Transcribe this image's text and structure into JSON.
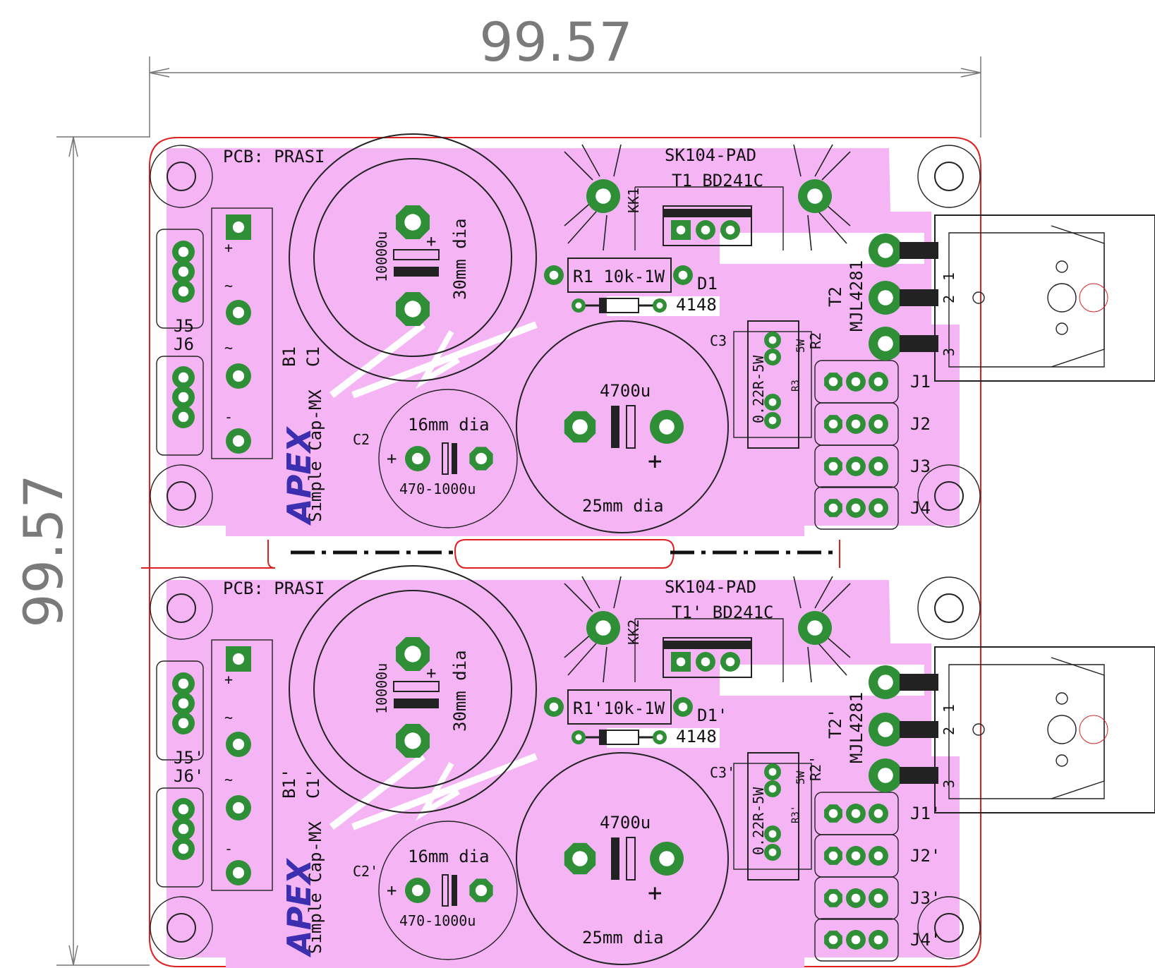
{
  "dimension_width": "99.57",
  "dimension_height": "99.57",
  "colors": {
    "copper": "#f5b5f5",
    "pad": "#2f8f37",
    "edge": "#e02020",
    "logo": "#3b2fb0",
    "dimension": "#7a7a7a"
  },
  "boards": [
    {
      "pcb_label": "PCB: PRASI",
      "heatsink_label": "SK104-PAD",
      "transistor1_label": "T1 BD241C",
      "kk_label": "KK1",
      "cap_big_value": "10000u",
      "cap_big_dia": "30mm dia",
      "r1_label": "R1 10k-1W",
      "d1_label": "D1",
      "d1_value": "4148",
      "t2_label": "T2",
      "t2_part": "MJL4281",
      "pin1": "1",
      "pin2": "2",
      "pin3": "3",
      "c3_label": "C3",
      "r2_label": "R2",
      "r3_label": "R3",
      "res_value": "0.22R-5W",
      "res_value_b": "5W",
      "j5": "J5",
      "j6": "J6",
      "b1": "B1",
      "c1": "C1",
      "product": "Simple Cap-MX",
      "logo": "APEX",
      "c2_label": "C2",
      "c2_dia": "16mm dia",
      "c2_value": "470-1000u",
      "c4_value": "4700u",
      "c4_dia": "25mm dia",
      "j1": "J1",
      "j2": "J2",
      "j3": "J3",
      "j4": "J4",
      "plus": "+",
      "minus": "-",
      "ac": "~"
    },
    {
      "pcb_label": "PCB: PRASI",
      "heatsink_label": "SK104-PAD",
      "transistor1_label": "T1' BD241C",
      "kk_label": "KK2",
      "cap_big_value": "10000u",
      "cap_big_dia": "30mm dia",
      "r1_label": "R1'10k-1W",
      "d1_label": "D1'",
      "d1_value": "4148",
      "t2_label": "T2'",
      "t2_part": "MJL4281",
      "pin1": "1",
      "pin2": "2",
      "pin3": "3",
      "c3_label": "C3'",
      "r2_label": "R2'",
      "r3_label": "R3'",
      "res_value": "0.22R-5W",
      "res_value_b": "5W",
      "j5": "J5'",
      "j6": "J6'",
      "b1": "B1'",
      "c1": "C1'",
      "product": "Simple Cap-MX",
      "logo": "APEX",
      "c2_label": "C2'",
      "c2_dia": "16mm dia",
      "c2_value": "470-1000u",
      "c4_value": "4700u",
      "c4_dia": "25mm dia",
      "j1": "J1'",
      "j2": "J2'",
      "j3": "J3'",
      "j4": "J4'",
      "plus": "+",
      "minus": "-",
      "ac": "~"
    }
  ]
}
